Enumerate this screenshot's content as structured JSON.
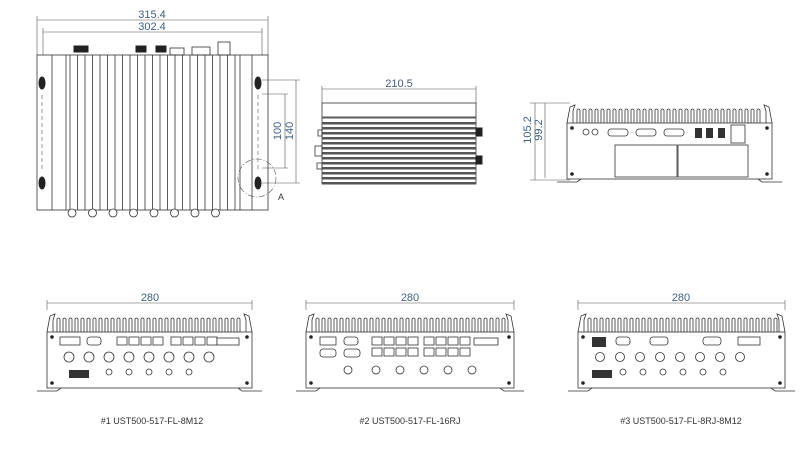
{
  "top_view": {
    "dim_overall_width": "315.4",
    "dim_inner_width": "302.4",
    "dim_hole_spacing_a": "100",
    "dim_hole_spacing_b": "140",
    "detail_label": "A"
  },
  "side_view": {
    "dim_depth": "210.5"
  },
  "rear_view": {
    "dim_height_overall": "105.2",
    "dim_height_body": "99.2"
  },
  "variants": [
    {
      "dim_width": "280",
      "caption": "#1 UST500-517-FL-8M12"
    },
    {
      "dim_width": "280",
      "caption": "#2 UST500-517-FL-16RJ"
    },
    {
      "dim_width": "280",
      "caption": "#3 UST500-517-FL-8RJ-8M12"
    }
  ],
  "colors": {
    "dimension_text": "#3f5f80",
    "line": "#333333"
  }
}
